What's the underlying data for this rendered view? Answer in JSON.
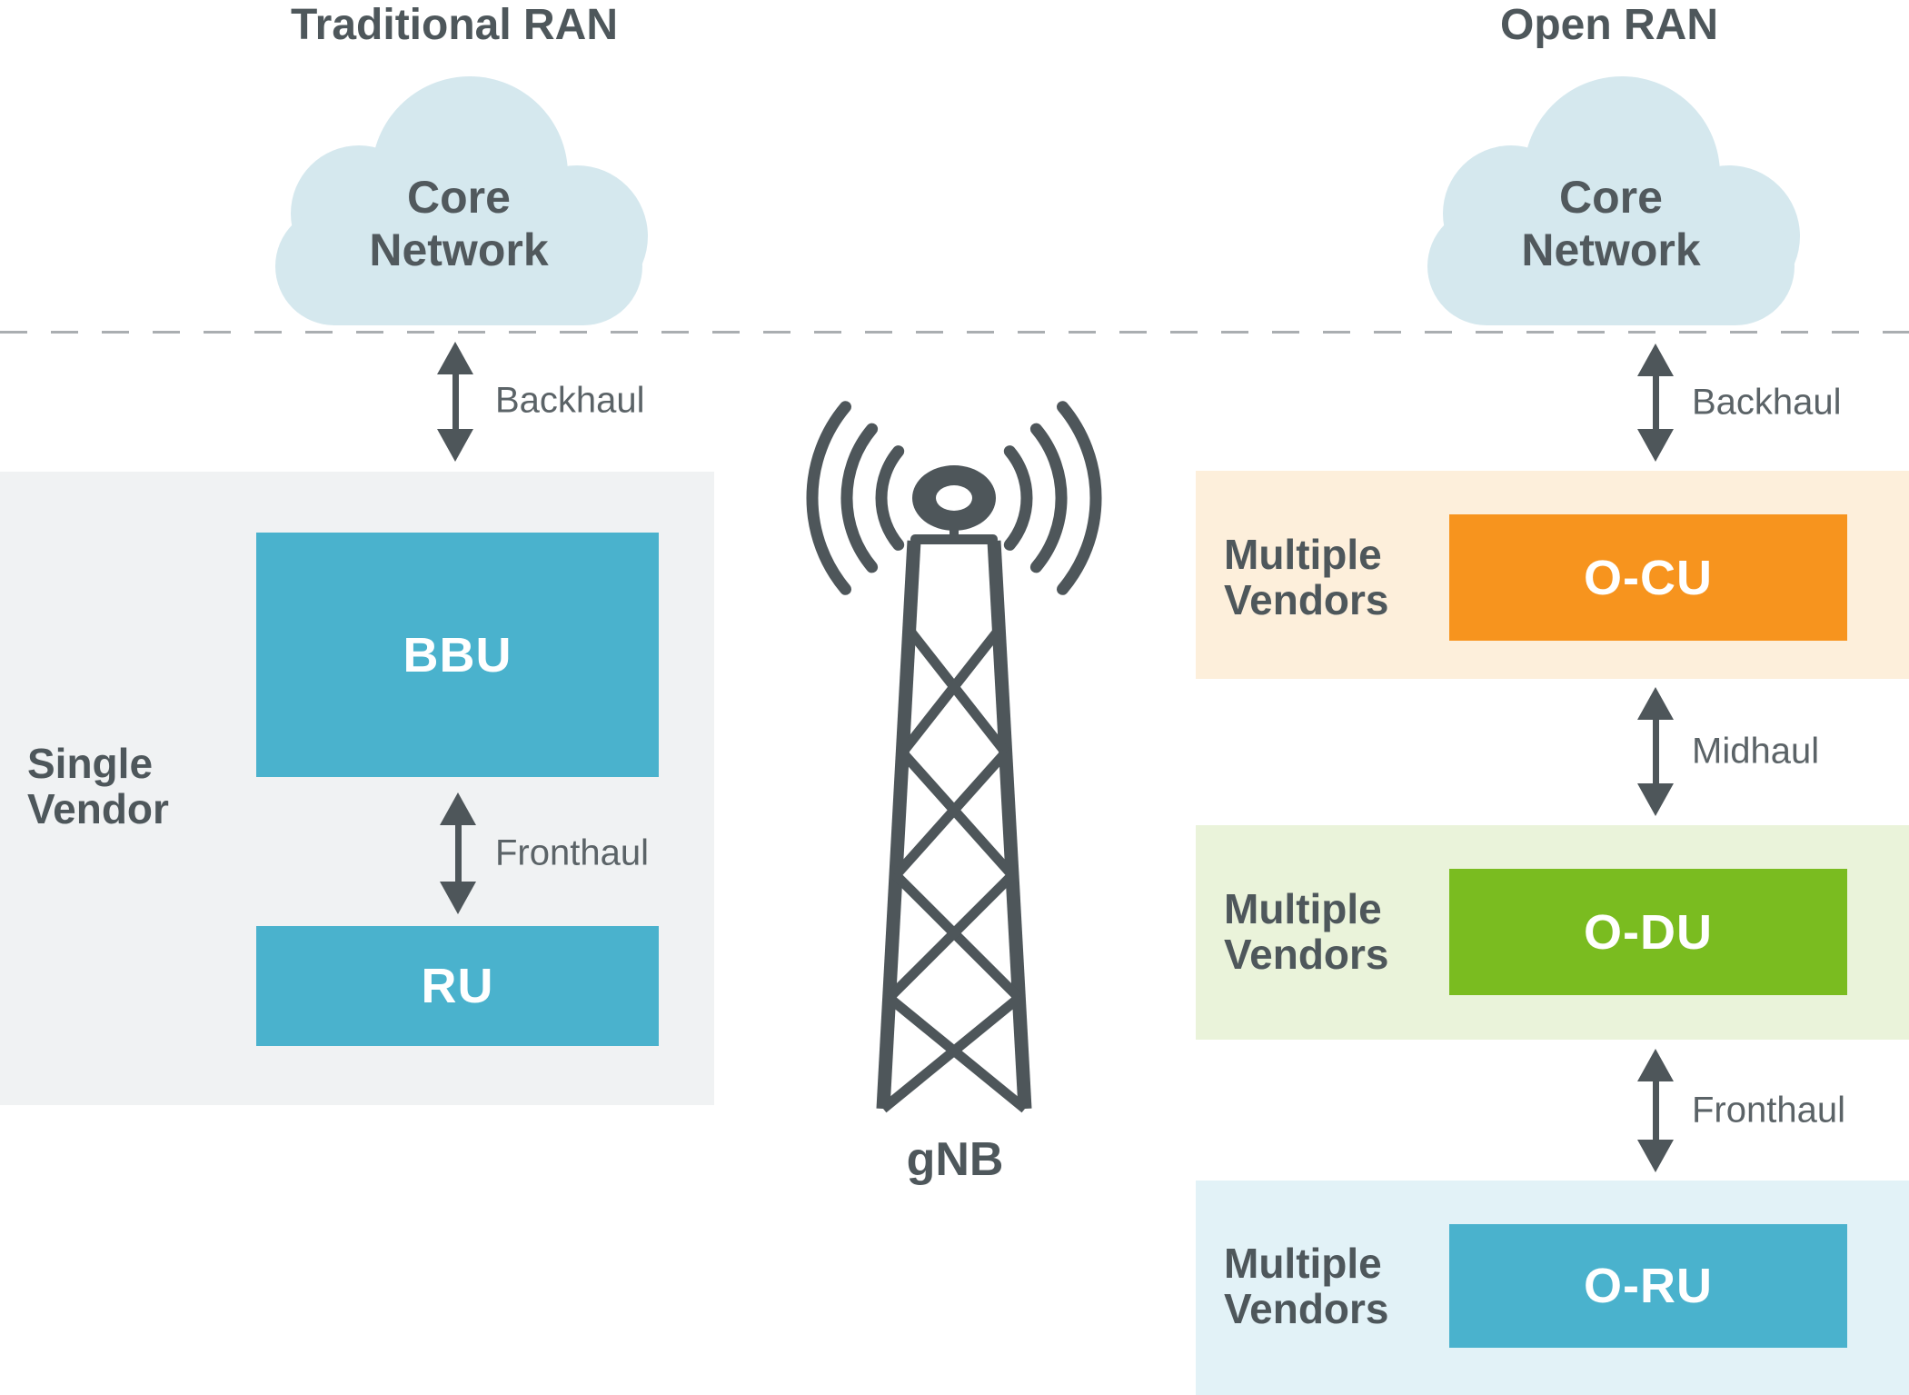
{
  "titles": {
    "left": "Traditional RAN",
    "right": "Open RAN"
  },
  "clouds": {
    "left_text": "Core Network",
    "right_text": "Core Network"
  },
  "links": {
    "left_backhaul": "Backhaul",
    "left_fronthaul": "Fronthaul",
    "right_backhaul": "Backhaul",
    "midhaul": "Midhaul",
    "right_fronthaul": "Fronthaul"
  },
  "traditional": {
    "vendor_label": "Single Vendor",
    "bbu_label": "BBU",
    "ru_label": "RU"
  },
  "tower": {
    "label": "gNB"
  },
  "open_ran": {
    "ocu_panel": {
      "vendor_label": "Multiple Vendors",
      "box_label": "O-CU"
    },
    "odu_panel": {
      "vendor_label": "Multiple Vendors",
      "box_label": "O-DU"
    },
    "oru_panel": {
      "vendor_label": "Multiple Vendors",
      "box_label": "O-RU"
    }
  },
  "colors": {
    "cloud_fill": "#d5e8ee",
    "dashed_line": "#aaaeb1",
    "slate_text": "#4e575b",
    "arrow_slate": "#4e565a",
    "gray_panel": "#f0f2f3",
    "blue_box": "#4ab2cd",
    "orange_box": "#f7941e",
    "green_box": "#7abc20",
    "orange_panel_tint": "#fdefdb",
    "green_panel_tint": "#eaf3da",
    "blue_panel_tint": "#e2f2f7",
    "box_text": "#ffffff"
  }
}
